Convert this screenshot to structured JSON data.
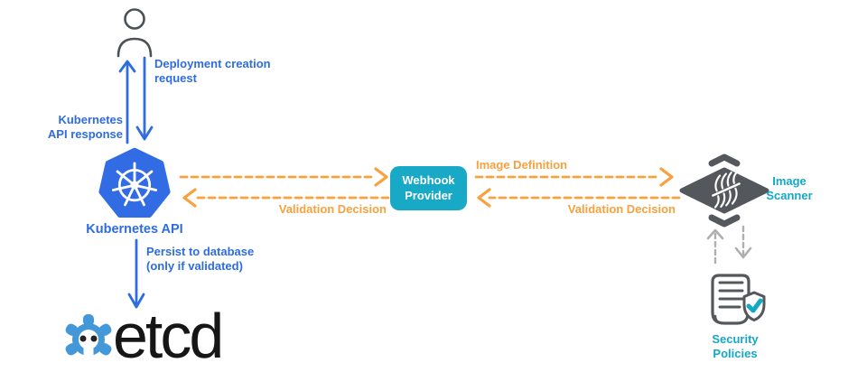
{
  "diagram": {
    "type": "flow-diagram",
    "topic": "Kubernetes admission webhook image validation flow"
  },
  "colors": {
    "blue": "#2e6cdf",
    "k8s": "#326CE5",
    "orange": "#f8a13d",
    "teal-box": "#17a9c6",
    "teal-text": "#12a8c6",
    "dark": "#54585c",
    "lgray": "#afafaf",
    "person": "#4c5156",
    "etcd-blue": "#4598d8",
    "ink": "#161616"
  },
  "nodes": {
    "user": {
      "icon": "person-icon"
    },
    "kubernetes_api": {
      "label": "Kubernetes API"
    },
    "webhook_provider": {
      "label": "Webhook\nProvider"
    },
    "image_scanner": {
      "label": "Image\nScanner"
    },
    "security_policies": {
      "label": "Security\nPolicies"
    },
    "etcd": {
      "label": "etcd"
    }
  },
  "edges": {
    "deployment_request": {
      "label": "Deployment creation\nrequest"
    },
    "api_response": {
      "label": "Kubernetes\nAPI response"
    },
    "image_definition": {
      "label": "Image Definition"
    },
    "validation_decision_webhook_to_api": {
      "label": "Validation Decision"
    },
    "validation_decision_scanner_to_webhook": {
      "label": "Validation Decision"
    },
    "persist_to_database": {
      "label": "Persist to database\n(only if validated)"
    }
  }
}
